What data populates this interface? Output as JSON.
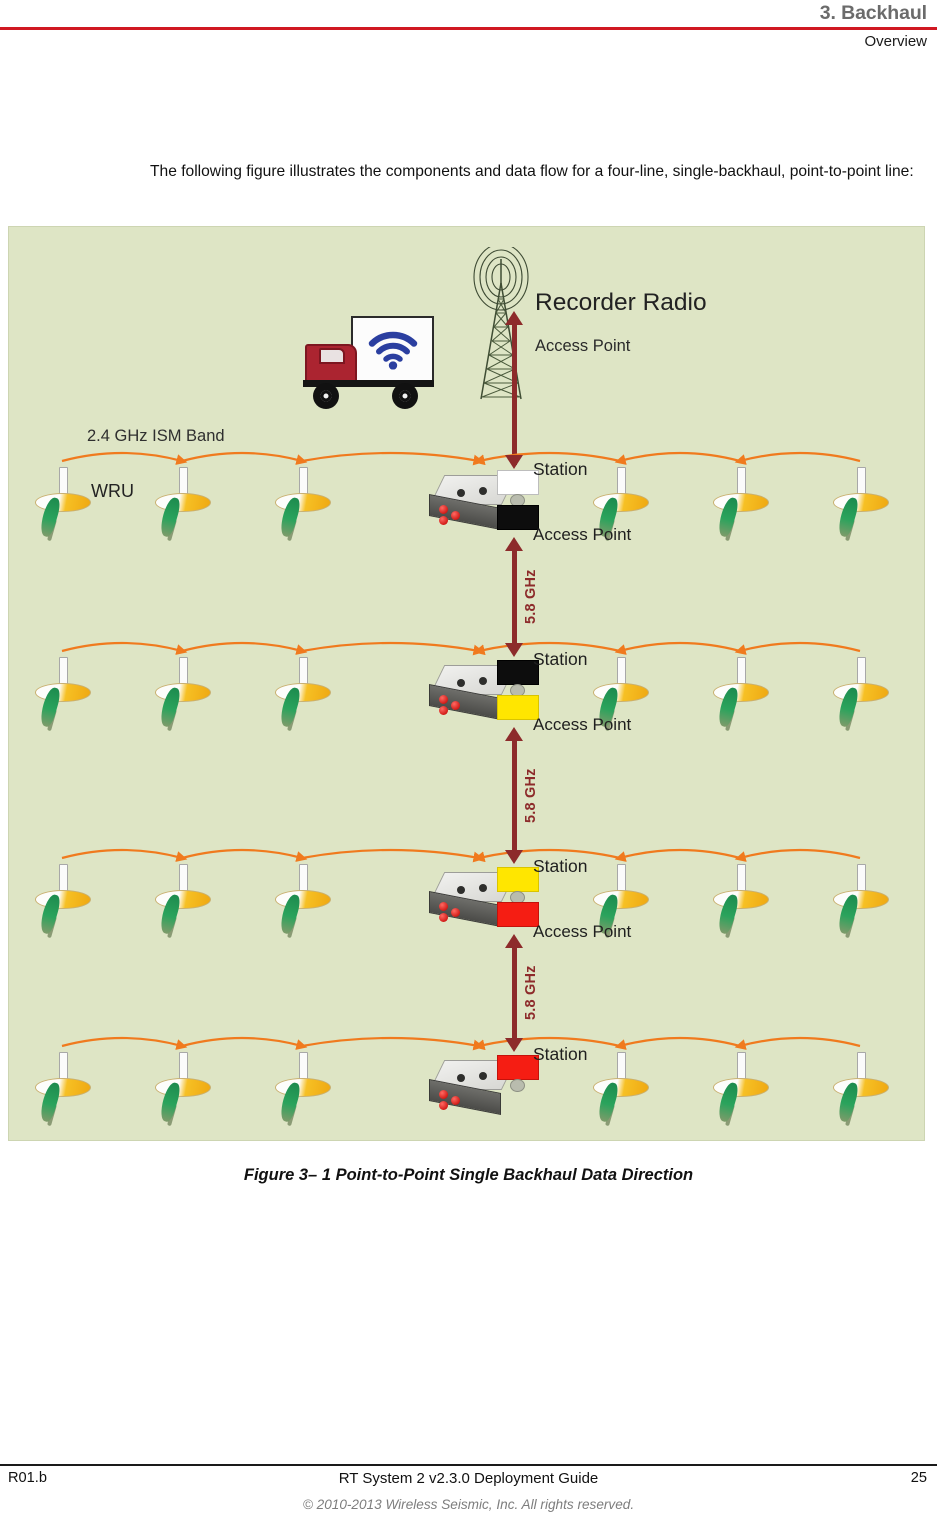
{
  "header": {
    "chapter": "3. Backhaul",
    "section": "Overview",
    "rule_color": "#d01822"
  },
  "body": {
    "intro_paragraph": "The following figure illustrates the components and data flow for a four-line, single-backhaul, point-to-point line:"
  },
  "figure": {
    "caption": "Figure 3– 1  Point-to-Point Single Backhaul Data Direction",
    "background_color": "#dee5c5",
    "labels": {
      "recorder_radio": "Recorder Radio",
      "recorder_access_point": "Access Point",
      "ism_band": "2.4 GHz ISM Band",
      "wru": "WRU",
      "station": "Station",
      "access_point": "Access Point",
      "backhaul_frequency": "5.8 GHz"
    },
    "colors": {
      "wru_link_arc": "#f07a1e",
      "backhaul_arrow": "#8d2b2b",
      "frequency_label": "#8d2b2b",
      "truck_body": "#ab2430",
      "wifi_symbol": "#2b3fa0"
    },
    "rows": [
      {
        "index": 1,
        "station_block_color": "white",
        "access_point_block_color": "black",
        "has_access_point": true,
        "wru_count": 6,
        "link_label": "2.4 GHz ISM Band"
      },
      {
        "index": 2,
        "station_block_color": "black",
        "access_point_block_color": "yellow",
        "has_access_point": true,
        "wru_count": 6,
        "link_label": ""
      },
      {
        "index": 3,
        "station_block_color": "yellow",
        "access_point_block_color": "red",
        "has_access_point": true,
        "wru_count": 6,
        "link_label": ""
      },
      {
        "index": 4,
        "station_block_color": "red",
        "access_point_block_color": "",
        "has_access_point": false,
        "wru_count": 6,
        "link_label": ""
      }
    ],
    "backhaul_links": [
      {
        "from_row": 1,
        "to_row": 2,
        "label": "5.8 GHz"
      },
      {
        "from_row": 2,
        "to_row": 3,
        "label": "5.8 GHz"
      },
      {
        "from_row": 3,
        "to_row": 4,
        "label": "5.8 GHz"
      }
    ]
  },
  "footer": {
    "revision": "R01.b",
    "document_title": "RT System 2 v2.3.0 Deployment Guide",
    "page_number": "25",
    "copyright": "© 2010-2013 Wireless Seismic, Inc. All rights reserved."
  }
}
